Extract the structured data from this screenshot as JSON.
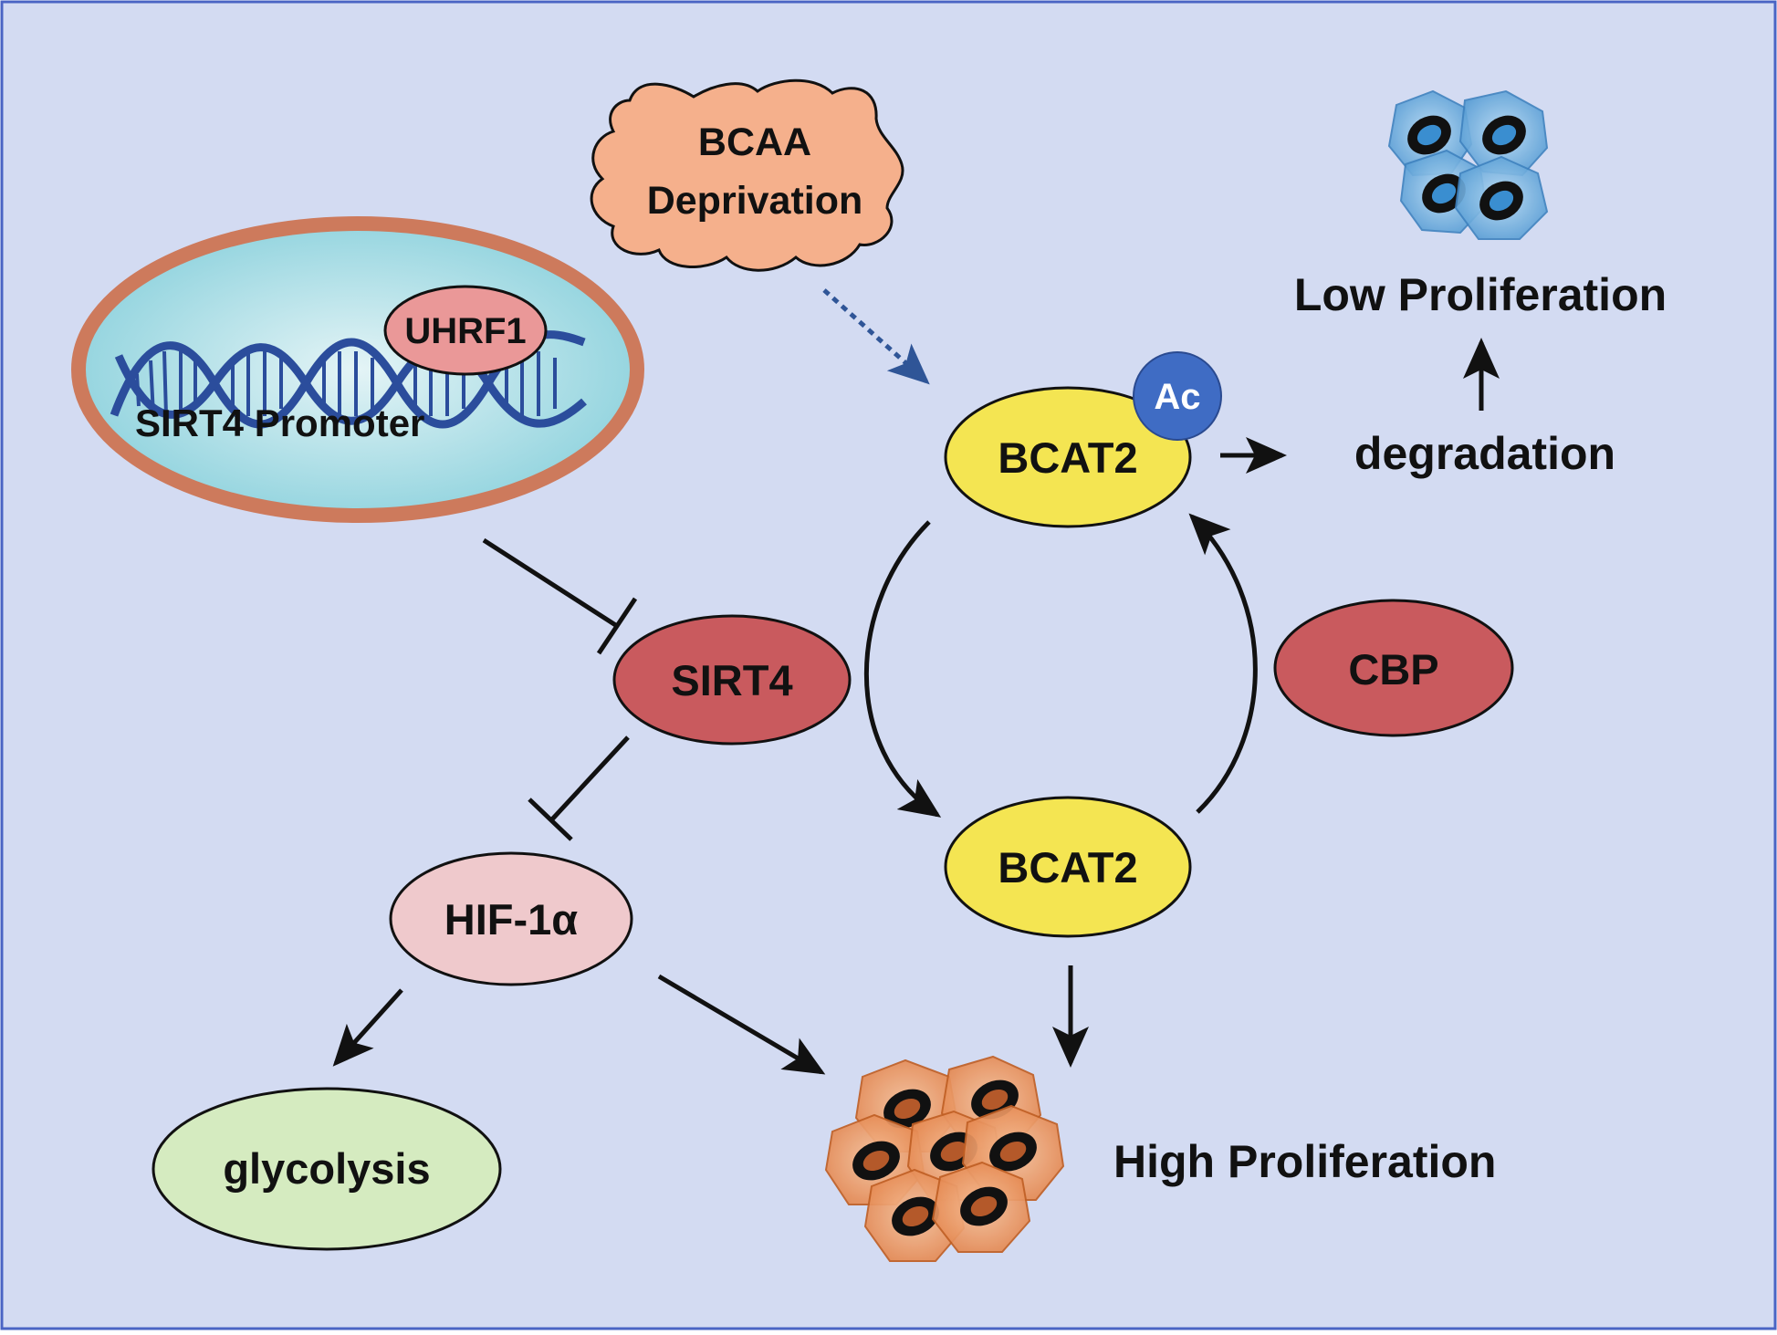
{
  "colors": {
    "background": "#d3dbf2",
    "border": "#4a64c4",
    "bcaa_fill": "#f5b08c",
    "nucleus_ring": "#cd7a5c",
    "nucleus_inner": "#8ed2dc",
    "dna": "#2b4d9c",
    "uhrf1_fill": "#ea9898",
    "bcat2_fill": "#f4e552",
    "ac_fill": "#3f6cc4",
    "sirt4_fill": "#c95a5e",
    "cbp_fill": "#c95a5e",
    "hif_fill": "#efc9cc",
    "glycolysis_fill": "#d5ebc0",
    "low_cells": "#5aa3d9",
    "high_cells": "#e98f54",
    "dotted_arrow": "#2f5597",
    "arrow": "#111111"
  },
  "nodes": {
    "bcaa_line1": "BCAA",
    "bcaa_line2": "Deprivation",
    "uhrf1": "UHRF1",
    "sirt4_promoter": "SIRT4 Promoter",
    "bcat2_top": "BCAT2",
    "ac": "Ac",
    "degradation": "degradation",
    "low_proliferation": "Low Proliferation",
    "sirt4": "SIRT4",
    "cbp": "CBP",
    "bcat2_bottom": "BCAT2",
    "hif1a": "HIF-1α",
    "glycolysis": "glycolysis",
    "high_proliferation": "High Proliferation"
  },
  "icons": {
    "low_cells": "low-proliferation-cells-icon",
    "high_cells": "high-proliferation-cells-icon",
    "dna": "dna-helix-icon"
  }
}
